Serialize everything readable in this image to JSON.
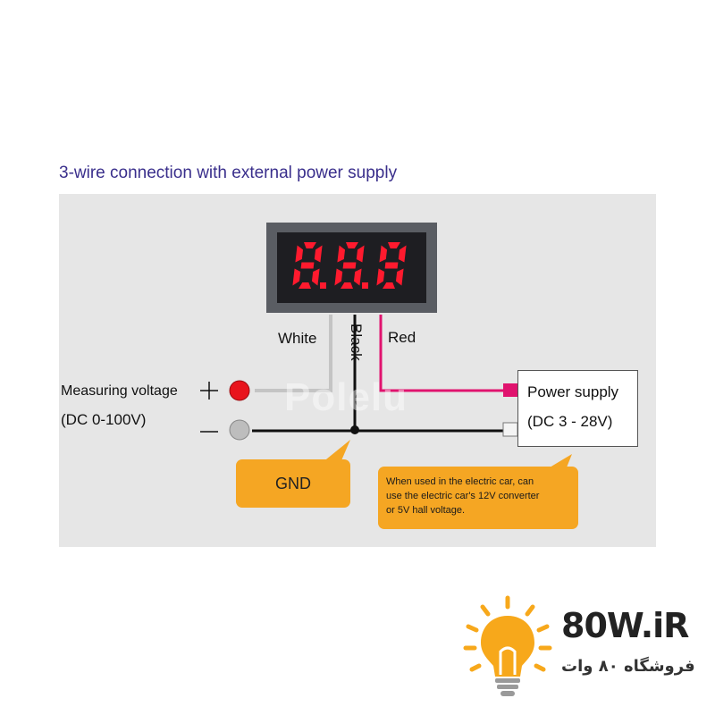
{
  "title": "3-wire connection with external power supply",
  "display": {
    "readout": "888",
    "digit_color": "#ff1a2e"
  },
  "wires": {
    "white": "White",
    "black": "Black",
    "red": "Red",
    "colors": {
      "white": "#c4c4c4",
      "black": "#111111",
      "red": "#e0136e"
    }
  },
  "measuring": {
    "label": "Measuring voltage",
    "range": "(DC 0-100V)",
    "plus": "+",
    "minus": "−"
  },
  "power_supply": {
    "label": "Power supply",
    "range": "(DC 3 - 28V)"
  },
  "gnd_callout": "GND",
  "note_callout": [
    "When used in the electric car, can",
    "use the electric car's 12V converter",
    "or 5V hall voltage."
  ],
  "watermark": "Polelu",
  "logo": {
    "brand": "80W.iR",
    "subtitle": "فروشگاه ۸۰ وات",
    "colors": {
      "bulb": "#f7a81b",
      "text": "#222222"
    }
  }
}
